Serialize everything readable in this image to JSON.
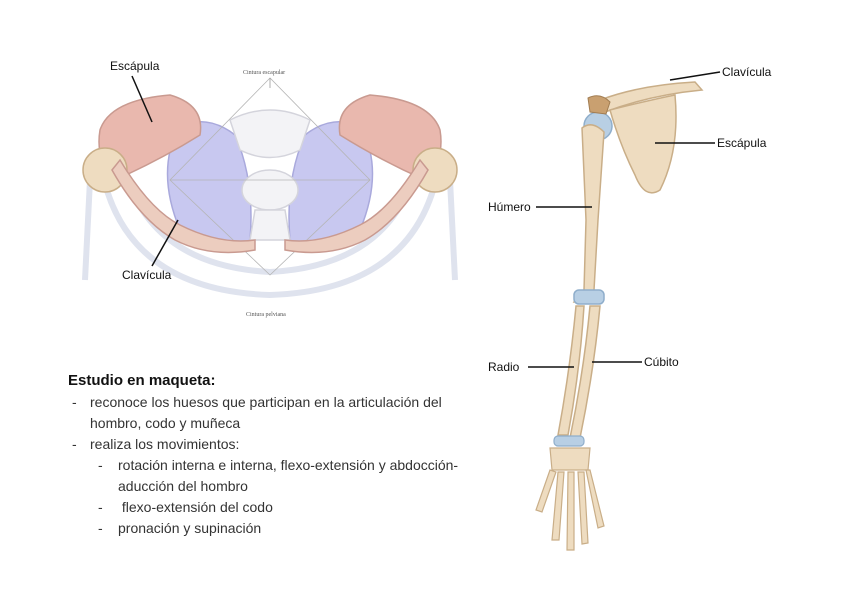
{
  "girdle": {
    "label_escapula": "Escápula",
    "label_clavicula": "Clavícula",
    "label_cintura_escapular": "Cintura escapular",
    "label_cintura_pelviana": "Cintura pelviana"
  },
  "arm": {
    "label_clavicula": "Clavícula",
    "label_escapula": "Escápula",
    "label_humero": "Húmero",
    "label_radio": "Radio",
    "label_cubito": "Cúbito"
  },
  "study": {
    "title": "Estudio en maqueta:",
    "items": [
      {
        "bullet": "-",
        "text": "reconoce los huesos que participan en la articulación del hombro, codo y muñeca"
      },
      {
        "bullet": "-",
        "text": "realiza los movimientos:"
      }
    ],
    "subitems": [
      {
        "bullet": "-",
        "text": "rotación interna e interna, flexo-extensión y abdocción-aducción del hombro"
      },
      {
        "bullet": "-",
        "text": " flexo-extensión del codo"
      },
      {
        "bullet": "-",
        "text": "pronación y supinación"
      }
    ]
  },
  "colors": {
    "bone": "#eedcc0",
    "bone_stroke": "#c9ae88",
    "highlight": "#e9b8ae",
    "lung": "#c3c3ee",
    "cartilage": "#b8cfe4",
    "ghost": "#dfe3ee"
  }
}
